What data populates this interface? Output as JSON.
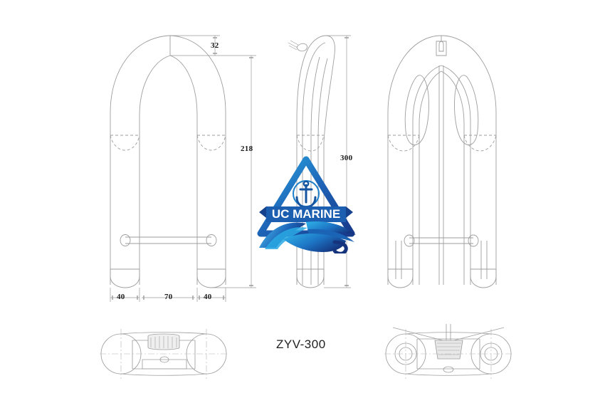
{
  "document": {
    "type": "technical-drawing",
    "model_label": "ZYV-300",
    "background_color": "#ffffff",
    "line_color": "#9a9a9a",
    "dimension_color": "#8a8a8a",
    "text_color": "#1a1a1a"
  },
  "dimensions": {
    "top_offset": "32",
    "arch_height": "218",
    "overall_height": "300",
    "left_tube_width": "40",
    "center_gap": "70",
    "right_tube_width": "40"
  },
  "views": {
    "front": {
      "name": "front-elevation",
      "labels": [
        "32",
        "218",
        "40",
        "70",
        "40"
      ]
    },
    "side": {
      "name": "side-elevation",
      "labels": [
        "300"
      ]
    },
    "rear": {
      "name": "rear-elevation",
      "labels": []
    },
    "plan_left": {
      "name": "bottom-plan-view-left"
    },
    "plan_right": {
      "name": "bottom-plan-view-right"
    }
  },
  "watermark": {
    "brand_text": "UC MARINE",
    "icon": "anchor-icon",
    "colors": {
      "light_blue": "#29a9e1",
      "mid_blue": "#1b63b5",
      "dark_blue": "#16347e",
      "banner_blue": "#1c5fb0"
    }
  }
}
